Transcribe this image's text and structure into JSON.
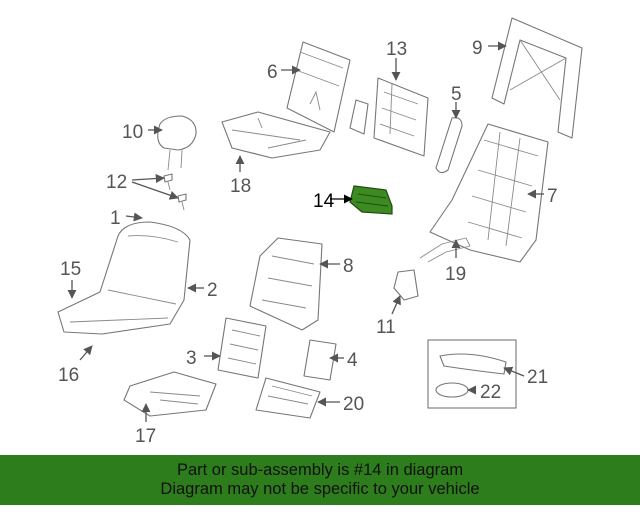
{
  "colors": {
    "banner_bg": "#2e7d1c",
    "highlight_part": "#3d8a22",
    "line": "#777777",
    "text": "#555555"
  },
  "callouts": {
    "c1": "1",
    "c2": "2",
    "c3": "3",
    "c4": "4",
    "c5": "5",
    "c6": "6",
    "c7": "7",
    "c8": "8",
    "c9": "9",
    "c10": "10",
    "c11": "11",
    "c12": "12",
    "c13": "13",
    "c14": "14",
    "c15": "15",
    "c16": "16",
    "c17": "17",
    "c18": "18",
    "c19": "19",
    "c20": "20",
    "c21": "21",
    "c22": "22"
  },
  "highlighted_part": "14",
  "banner": {
    "line1": "Part or sub-assembly is #14 in diagram",
    "line2": "Diagram may not be specific to your vehicle"
  }
}
